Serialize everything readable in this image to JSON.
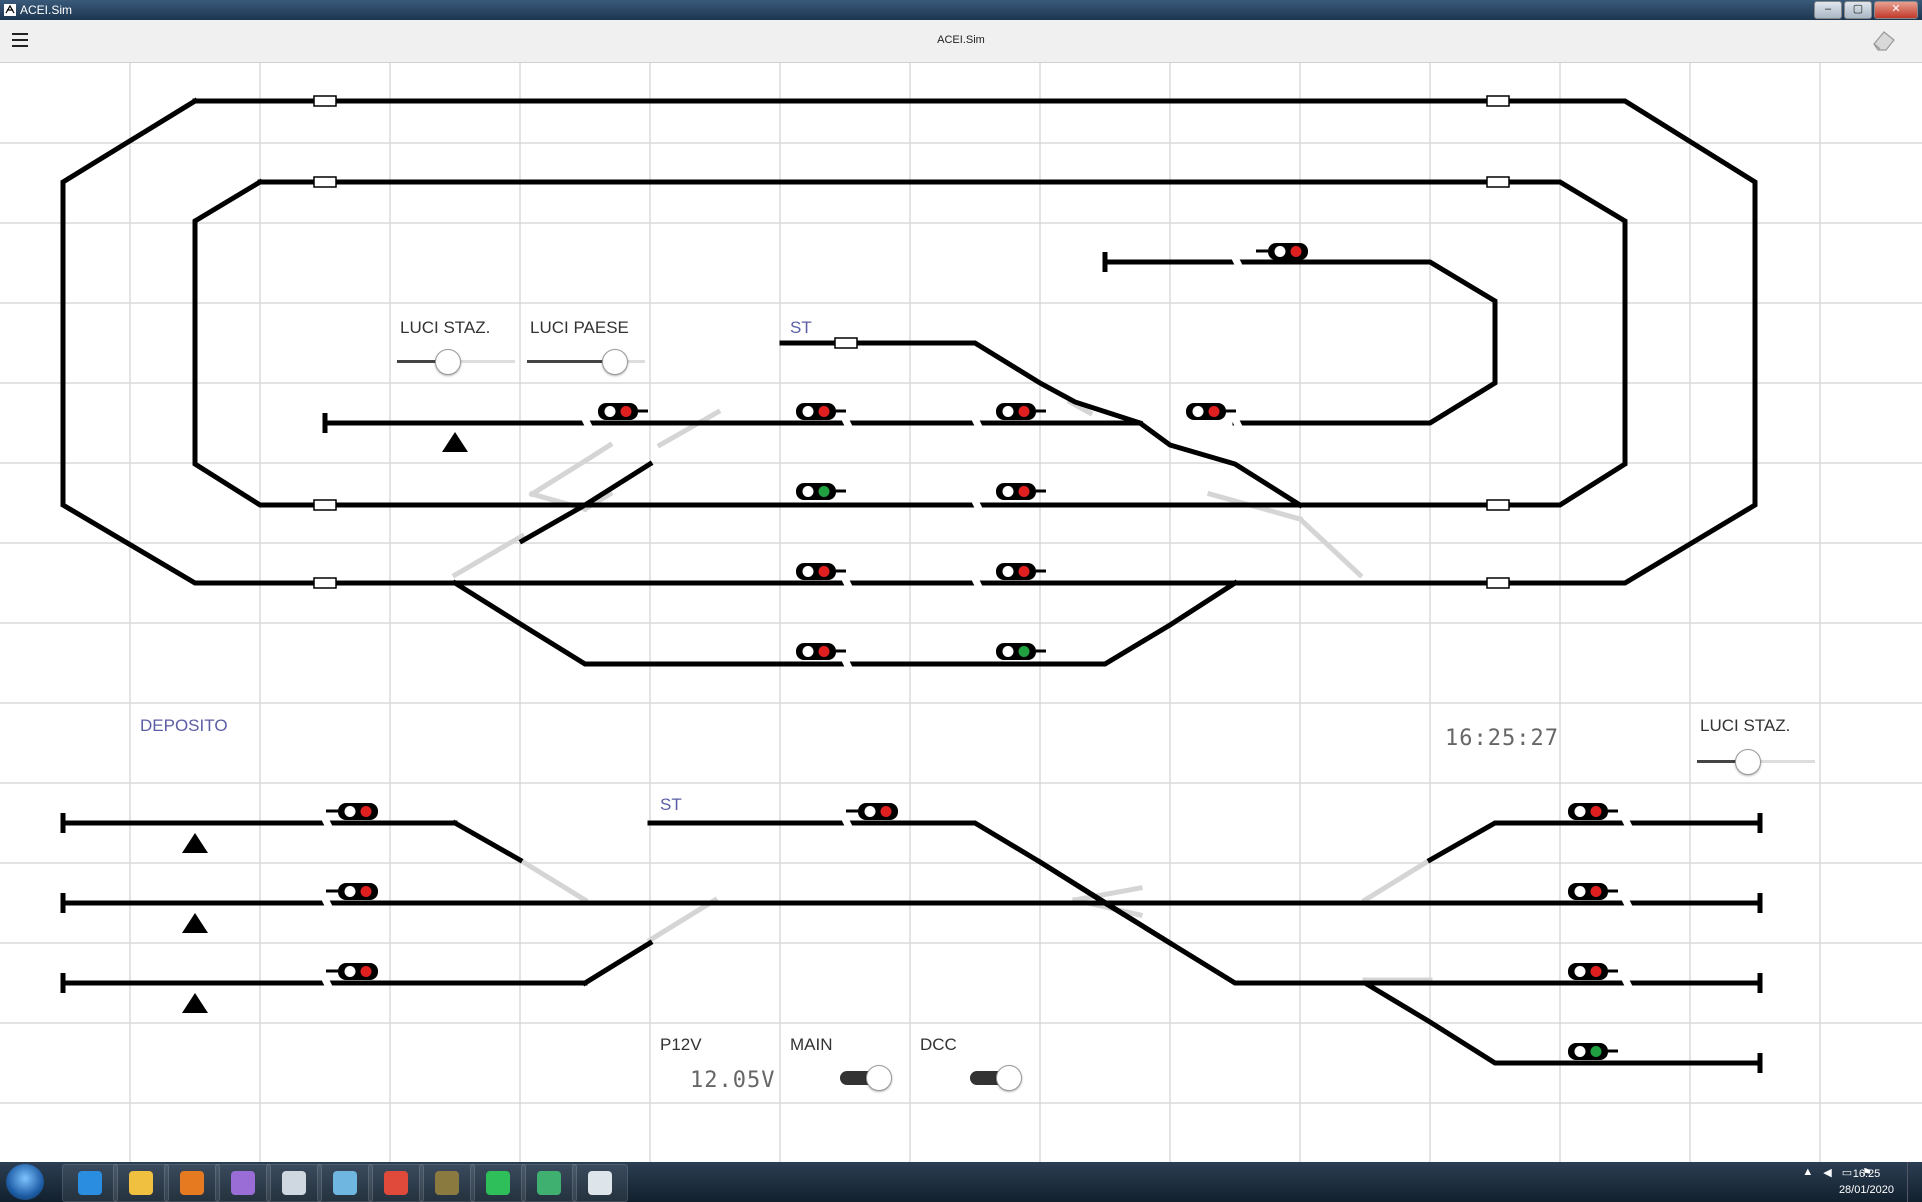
{
  "window": {
    "title": "ACEI.Sim",
    "buttons": [
      "–",
      "▢",
      "✕"
    ]
  },
  "toolbar": {
    "title": "ACEI.Sim",
    "menu_icon": "hamburger-icon",
    "eraser_icon": "eraser-icon"
  },
  "labels": {
    "luci_staz_top": "LUCI STAZ.",
    "luci_paese": "LUCI PAESE",
    "st_top": "ST",
    "deposito": "DEPOSITO",
    "st_bottom": "ST",
    "clock": "16:25:27",
    "luci_staz_right": "LUCI STAZ.",
    "p12v": "P12V",
    "voltage": "12.05V",
    "main": "MAIN",
    "dcc": "DCC"
  },
  "sliders": {
    "luci_staz_top": 0.4,
    "luci_paese": 0.8,
    "luci_staz_right": 0.4
  },
  "toggles": {
    "main": true,
    "dcc": true
  },
  "colors": {
    "track": "#000000",
    "inactive_track": "#d5d5d5",
    "signal_red": "#e02020",
    "signal_green": "#20a040",
    "label_blue": "#5b5ea6",
    "grid": "#d8d8d8"
  },
  "signals": [
    {
      "id": "top-loop",
      "aspect": "red"
    },
    {
      "id": "upper-1",
      "aspect": "red"
    },
    {
      "id": "upper-2",
      "aspect": "red"
    },
    {
      "id": "upper-3",
      "aspect": "red"
    },
    {
      "id": "upper-4",
      "aspect": "red"
    },
    {
      "id": "mid-1",
      "aspect": "green"
    },
    {
      "id": "mid-2",
      "aspect": "red"
    },
    {
      "id": "main-1",
      "aspect": "red"
    },
    {
      "id": "main-2",
      "aspect": "red"
    },
    {
      "id": "low-1",
      "aspect": "red"
    },
    {
      "id": "low-2",
      "aspect": "green"
    },
    {
      "id": "depot-1",
      "aspect": "red"
    },
    {
      "id": "depot-2",
      "aspect": "red"
    },
    {
      "id": "depot-3",
      "aspect": "red"
    },
    {
      "id": "st-bottom",
      "aspect": "red"
    },
    {
      "id": "right-1",
      "aspect": "red"
    },
    {
      "id": "right-2",
      "aspect": "red"
    },
    {
      "id": "right-3",
      "aspect": "red"
    },
    {
      "id": "right-4",
      "aspect": "green"
    }
  ],
  "taskbar": {
    "start_icon": "windows-start-icon",
    "apps": [
      "internet-explorer-icon",
      "file-explorer-icon",
      "media-player-icon",
      "paint-tool-icon",
      "calculator-icon",
      "image-editor-icon",
      "chrome-icon",
      "railway-app-icon",
      "whatsapp-icon",
      "qt-app-icon",
      "acei-sim-icon"
    ],
    "time": "16:25",
    "date": "28/01/2020"
  }
}
